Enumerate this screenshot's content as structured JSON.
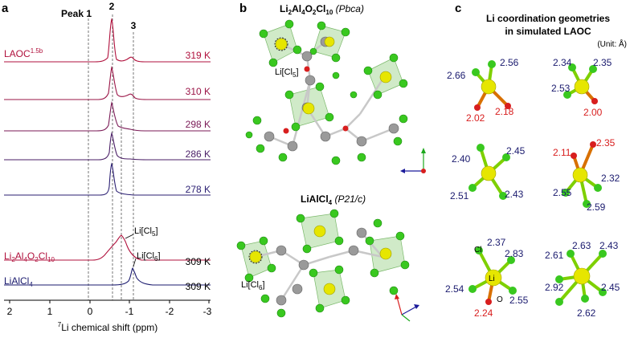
{
  "colors": {
    "wine": "#b0103c",
    "navy": "#1a1a6e",
    "li_yellow": "#e6e600",
    "cl_green": "#33cc1a",
    "o_red": "#d81e1e",
    "al_grey": "#9a9a9a",
    "dash": "#555555"
  },
  "panel_a": {
    "letter": "a",
    "peak_labels": [
      "Peak 1",
      "2",
      "3"
    ],
    "spectra": [
      {
        "name": "LAOC",
        "sup": "1.5b",
        "temp": "319 K",
        "color": "#b0103c"
      },
      {
        "name": "",
        "sup": "",
        "temp": "310 K",
        "color": "#9a1446"
      },
      {
        "name": "",
        "sup": "",
        "temp": "298 K",
        "color": "#7a1a56"
      },
      {
        "name": "",
        "sup": "",
        "temp": "286 K",
        "color": "#4a1e66"
      },
      {
        "name": "",
        "sup": "",
        "temp": "278 K",
        "color": "#2a1e72"
      },
      {
        "name": "Li2Al4O2Cl10",
        "sup": "",
        "temp": "309 K",
        "color": "#b0103c"
      },
      {
        "name": "LiAlCl4",
        "sup": "",
        "temp": "309 K",
        "color": "#1a1a6e"
      }
    ],
    "site_labels": [
      "Li[Cl5]",
      "Li[Cl6]"
    ],
    "x_ticks": [
      "2",
      "1",
      "0",
      "-1",
      "-2",
      "-3"
    ],
    "x_label": "Li chemical shift (ppm)",
    "x_label_sup": "7"
  },
  "panel_b": {
    "letter": "b",
    "top_formula": "Li2Al4O2Cl10",
    "top_space_group": "(Pbca)",
    "top_site": "Li[Cl5]",
    "bottom_formula": "LiAlCl4",
    "bottom_space_group": "(P21/c)",
    "bottom_site": "Li[Cl6]"
  },
  "panel_c": {
    "letter": "c",
    "title_line1": "Li coordination geometries",
    "title_line2": "in simulated LAOC",
    "unit": "(Unit: Å)",
    "atom_labels": {
      "cl": "Cl",
      "li": "Li",
      "o": "O"
    },
    "structures": [
      {
        "labels": [
          {
            "t": "2.66",
            "c": "navy"
          },
          {
            "t": "2.56",
            "c": "navy"
          },
          {
            "t": "2.02",
            "c": "red"
          },
          {
            "t": "2.18",
            "c": "red"
          }
        ]
      },
      {
        "labels": [
          {
            "t": "2.34",
            "c": "navy"
          },
          {
            "t": "2.35",
            "c": "navy"
          },
          {
            "t": "2.53",
            "c": "navy"
          },
          {
            "t": "2.00",
            "c": "red"
          }
        ]
      },
      {
        "labels": [
          {
            "t": "2.40",
            "c": "navy"
          },
          {
            "t": "2.45",
            "c": "navy"
          },
          {
            "t": "2.51",
            "c": "navy"
          },
          {
            "t": "2.43",
            "c": "navy"
          }
        ]
      },
      {
        "labels": [
          {
            "t": "2.11",
            "c": "red"
          },
          {
            "t": "2.35",
            "c": "red"
          },
          {
            "t": "2.32",
            "c": "navy"
          },
          {
            "t": "2.55",
            "c": "navy"
          },
          {
            "t": "2.59",
            "c": "navy"
          }
        ]
      },
      {
        "labels": [
          {
            "t": "2.37",
            "c": "navy"
          },
          {
            "t": "2.83",
            "c": "navy"
          },
          {
            "t": "2.54",
            "c": "navy"
          },
          {
            "t": "2.55",
            "c": "navy"
          },
          {
            "t": "2.24",
            "c": "red"
          }
        ]
      },
      {
        "labels": [
          {
            "t": "2.63",
            "c": "navy"
          },
          {
            "t": "2.43",
            "c": "navy"
          },
          {
            "t": "2.61",
            "c": "navy"
          },
          {
            "t": "2.92",
            "c": "navy"
          },
          {
            "t": "2.45",
            "c": "navy"
          },
          {
            "t": "2.62",
            "c": "navy"
          }
        ]
      }
    ]
  }
}
